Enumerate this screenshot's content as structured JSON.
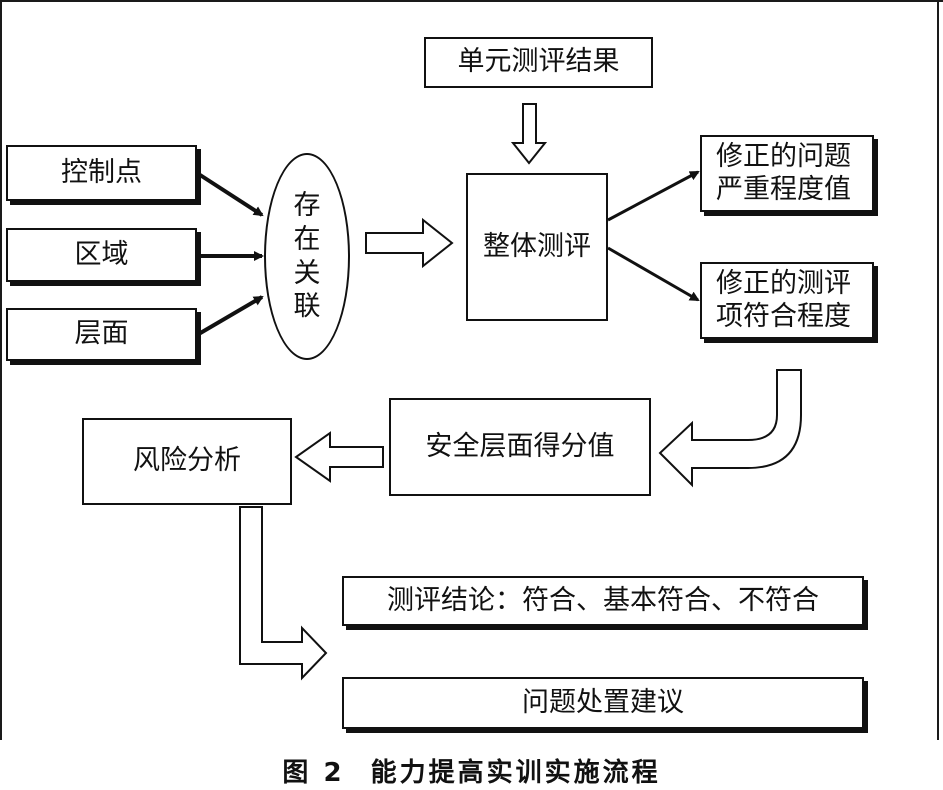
{
  "nodes": {
    "unit_result": "单元测评结果",
    "control_point": "控制点",
    "region": "区域",
    "layer": "层面",
    "association": "存在关联",
    "overall_eval": "整体测评",
    "corrected_severity": "修正的问题严重程度值",
    "corrected_compliance": "修正的测评项符合程度",
    "layer_score": "安全层面得分值",
    "risk_analysis": "风险分析",
    "conclusion": "测评结论：符合、基本符合、不符合",
    "suggestions": "问题处置建议"
  },
  "caption": {
    "figure_number": "图 2",
    "title": "能力提高实训实施流程"
  }
}
